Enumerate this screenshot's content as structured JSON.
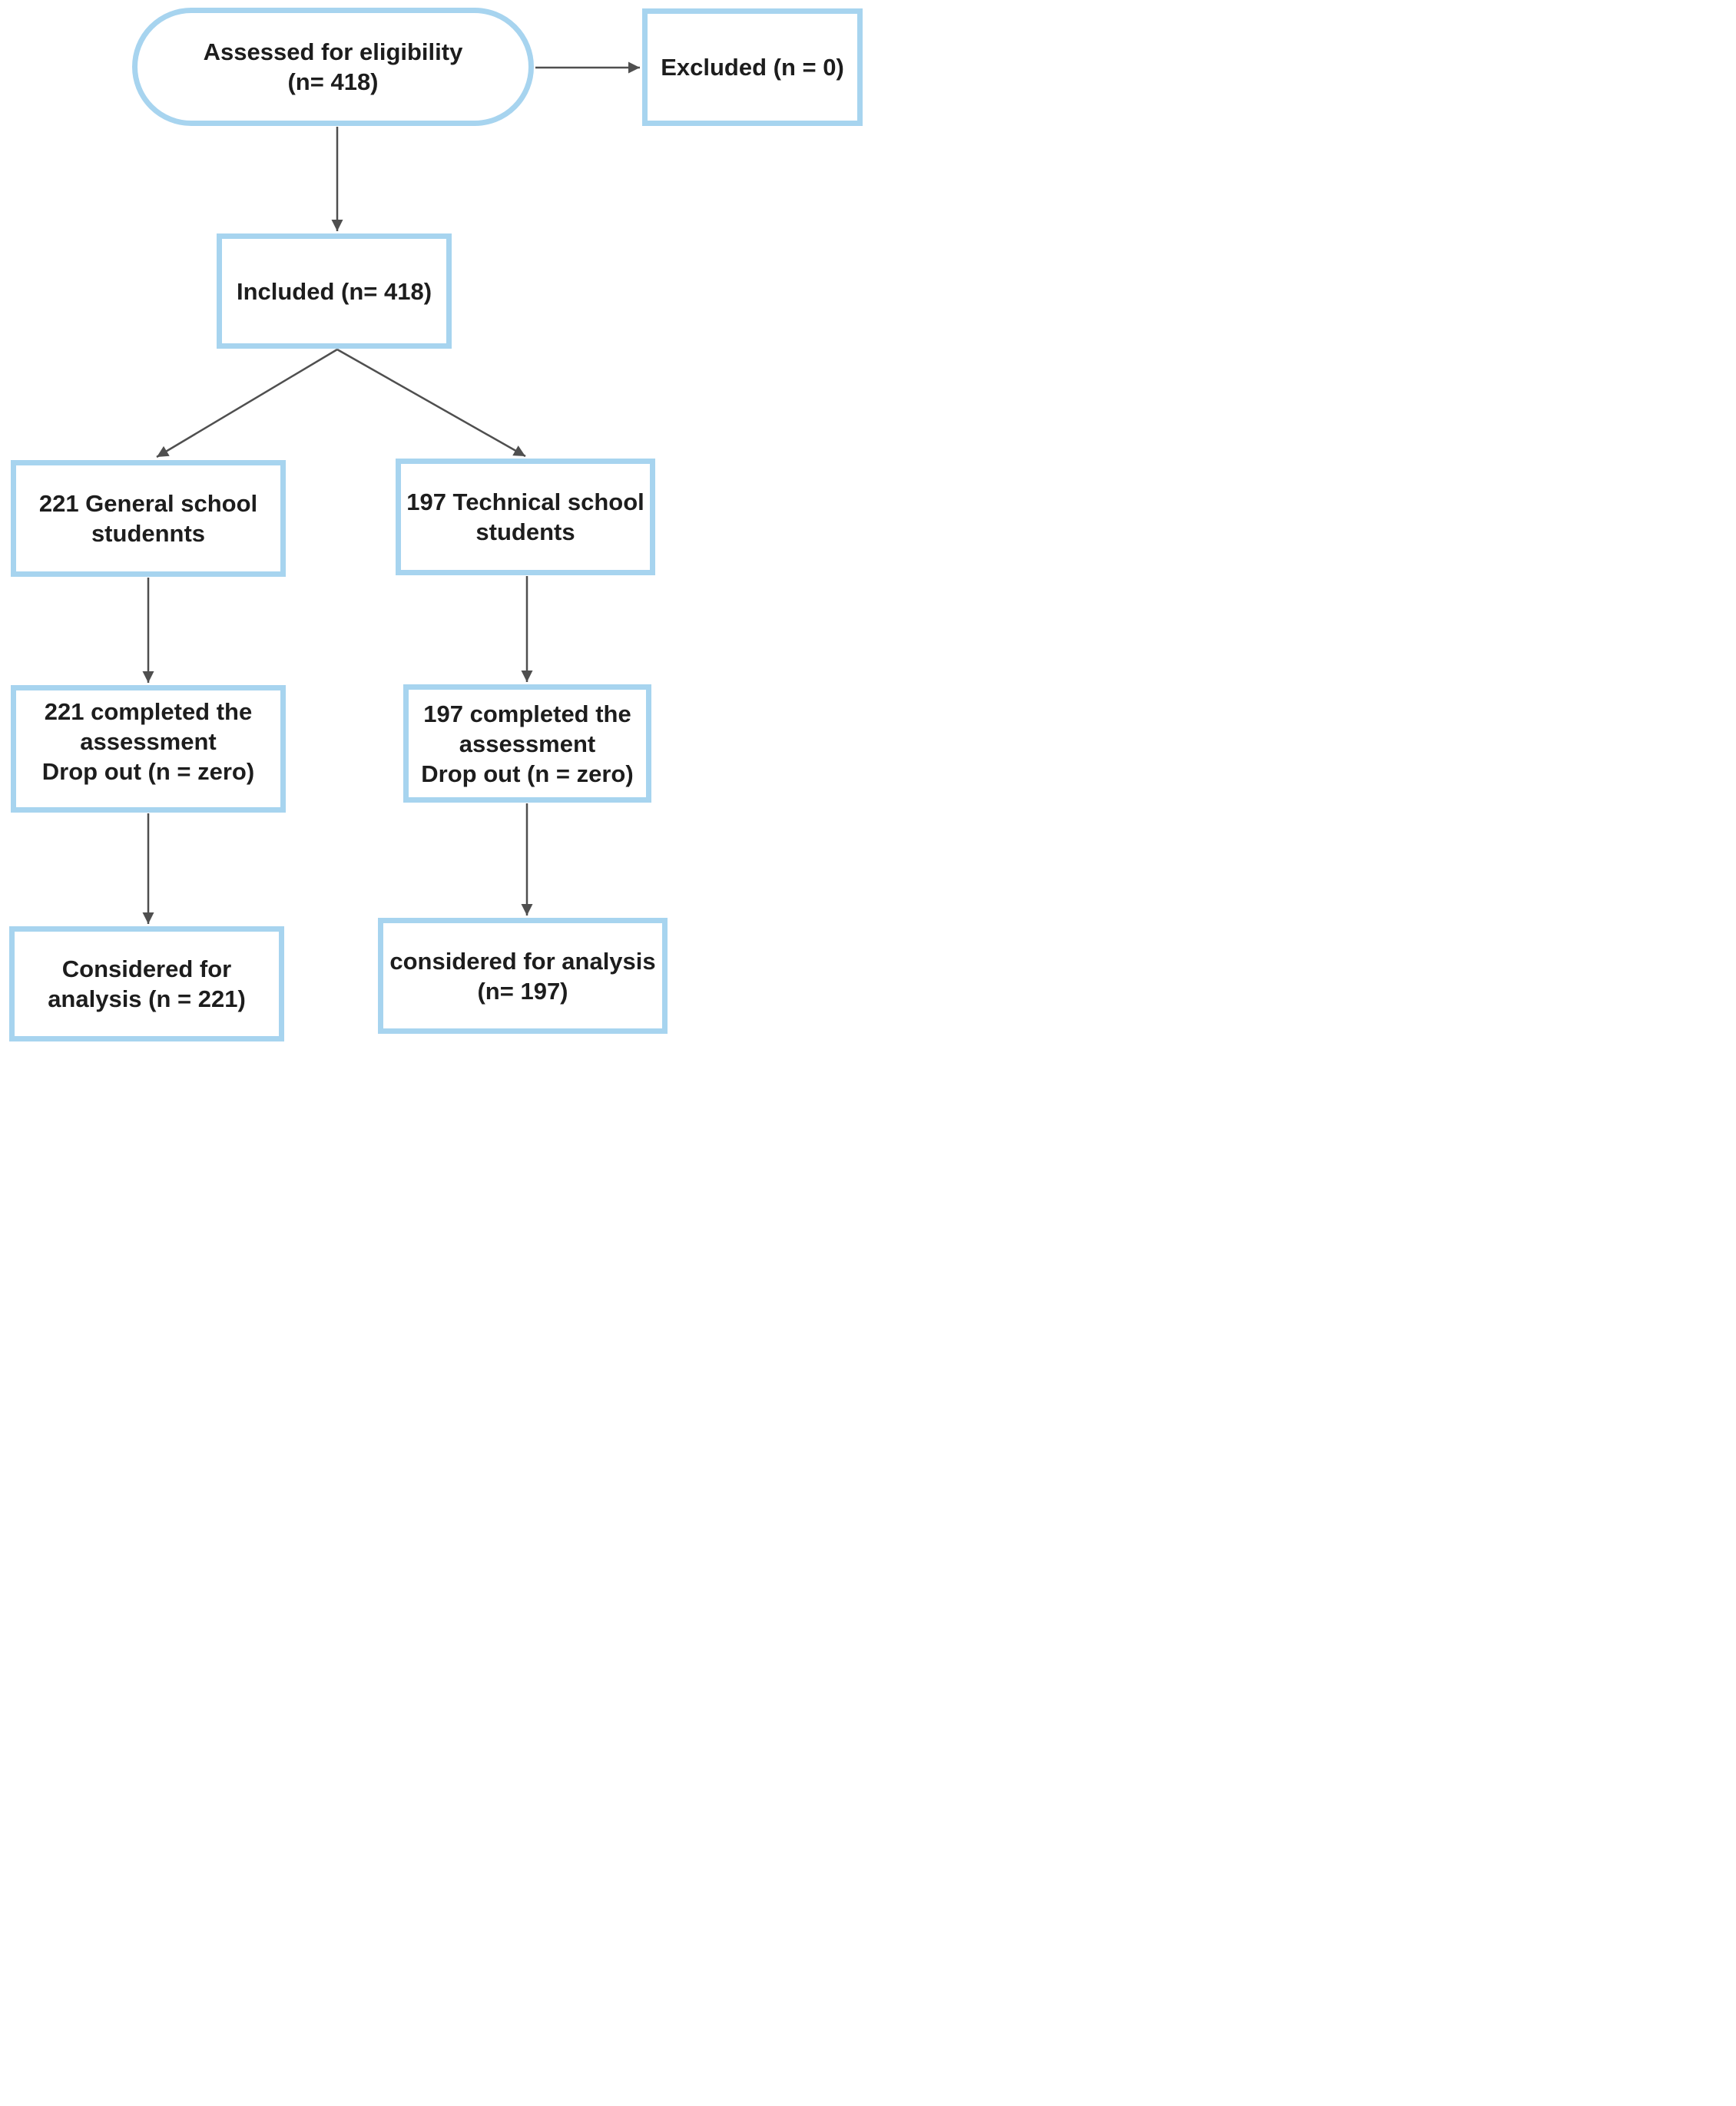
{
  "colors": {
    "box_border": "#a7d4ef",
    "arrow": "#4f4f4f",
    "text": "#1d1d1d",
    "background": "#ffffff"
  },
  "diagram": {
    "type": "flowchart",
    "description": "Participant flow diagram",
    "nodes": [
      {
        "id": "assessed",
        "shape": "stadium",
        "lines": [
          "Assessed for eligibility",
          "(n= 418)"
        ]
      },
      {
        "id": "excluded",
        "shape": "rectangle",
        "lines": [
          "Excluded (n = 0)"
        ]
      },
      {
        "id": "included",
        "shape": "rectangle",
        "lines": [
          "Included (n= 418)"
        ]
      },
      {
        "id": "general-students",
        "shape": "rectangle",
        "lines": [
          "221 General school",
          "studennts"
        ]
      },
      {
        "id": "technical-students",
        "shape": "rectangle",
        "lines": [
          "197 Technical school",
          "students"
        ]
      },
      {
        "id": "general-completed",
        "shape": "rectangle",
        "lines": [
          "221 completed the",
          "assessment",
          "Drop out (n = zero)"
        ]
      },
      {
        "id": "technical-completed",
        "shape": "rectangle",
        "lines": [
          "197 completed the",
          "assessment",
          "Drop out (n = zero)"
        ]
      },
      {
        "id": "general-analysis",
        "shape": "rectangle",
        "lines": [
          "Considered for",
          "analysis (n = 221)"
        ]
      },
      {
        "id": "technical-analysis",
        "shape": "rectangle",
        "lines": [
          "considered for analysis",
          "(n= 197)"
        ]
      }
    ],
    "edges": [
      {
        "from": "assessed",
        "to": "excluded"
      },
      {
        "from": "assessed",
        "to": "included"
      },
      {
        "from": "included",
        "to": "general-students"
      },
      {
        "from": "included",
        "to": "technical-students"
      },
      {
        "from": "general-students",
        "to": "general-completed"
      },
      {
        "from": "technical-students",
        "to": "technical-completed"
      },
      {
        "from": "general-completed",
        "to": "general-analysis"
      },
      {
        "from": "technical-completed",
        "to": "technical-analysis"
      }
    ]
  }
}
